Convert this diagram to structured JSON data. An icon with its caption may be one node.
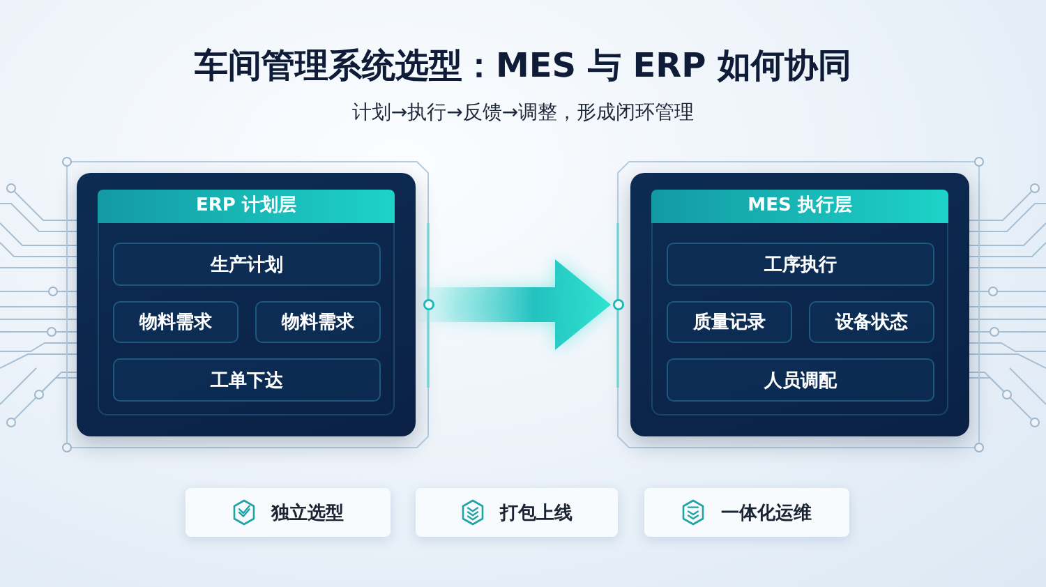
{
  "diagram": {
    "title": "车间管理系统选型：MES 与 ERP 如何协同",
    "nodes": [
      {
        "text": [
          "ERP 计划层"
        ]
      },
      {
        "text": [
          "生产计划"
        ],
        "in": 0
      },
      {
        "text": [
          "物料需求"
        ],
        "in": 0
      },
      {
        "text": [
          "物料需求"
        ],
        "in": 0
      },
      {
        "text": [
          "工单下达"
        ],
        "in": 0
      },
      {
        "text": [
          "MES 执行层"
        ]
      },
      {
        "text": [
          "工序执行"
        ],
        "in": 5
      },
      {
        "text": [
          "质量记录"
        ],
        "in": 5
      },
      {
        "text": [
          "设备状态"
        ],
        "in": 5
      },
      {
        "text": [
          "人员调配"
        ],
        "in": 5
      },
      {
        "text": [
          "独立选型"
        ]
      },
      {
        "text": [
          "打包上线"
        ]
      },
      {
        "text": [
          "一体化运维"
        ]
      }
    ],
    "edges": [
      {
        "from": 0,
        "to": 5,
        "arrow": "to"
      }
    ],
    "labels": [
      "计划→执行→反馈→调整，形成闭环管理"
    ]
  }
}
